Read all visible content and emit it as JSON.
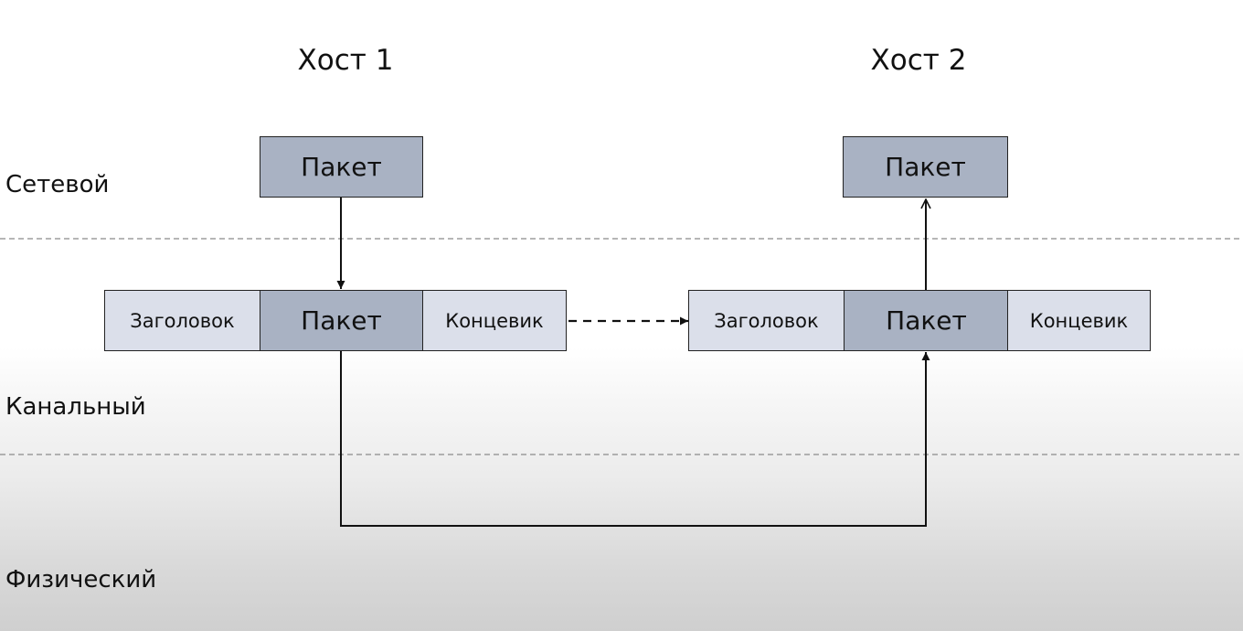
{
  "hosts": [
    {
      "title": "Хост 1"
    },
    {
      "title": "Хост 2"
    }
  ],
  "layers": {
    "network": "Сетевой",
    "link": "Канальный",
    "physical": "Физический"
  },
  "host1": {
    "network_packet": "Пакет",
    "frame": {
      "header": "Заголовок",
      "packet": "Пакет",
      "trailer": "Концевик"
    }
  },
  "host2": {
    "network_packet": "Пакет",
    "frame": {
      "header": "Заголовок",
      "packet": "Пакет",
      "trailer": "Концевик"
    }
  },
  "colors": {
    "packet_fill": "#a9b2c3",
    "header_trailer_fill": "#dbdfea",
    "border": "#222222",
    "layer_divider": "#8a8a8a"
  }
}
